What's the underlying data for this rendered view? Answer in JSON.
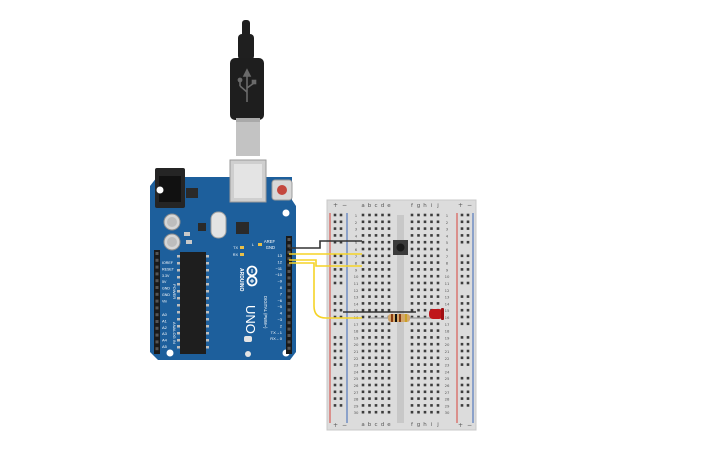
{
  "board": {
    "brand": "ARDUINO",
    "model": "UNO",
    "header_label_digital": "DIGITAL (PWM~)",
    "header_label_power": "POWER",
    "header_label_analog": "ANALOG IN",
    "aref": "AREF",
    "gnd": "GND",
    "pins_digital": [
      "13",
      "12",
      "~11",
      "~10",
      "~9",
      "8",
      "7",
      "~6",
      "~5",
      "4",
      "~3",
      "2",
      "TX→1",
      "RX←0"
    ],
    "pins_power": [
      "IOREF",
      "RESET",
      "3.3V",
      "5V",
      "GND",
      "GND",
      "Vin"
    ],
    "pins_analog": [
      "A0",
      "A1",
      "A2",
      "A3",
      "A4",
      "A5"
    ],
    "led_labels": [
      "L",
      "TX",
      "RX"
    ]
  },
  "breadboard": {
    "col_left": [
      "a",
      "b",
      "c",
      "d",
      "e"
    ],
    "col_right": [
      "f",
      "g",
      "h",
      "i",
      "j"
    ],
    "rail_plus": "+",
    "rail_minus": "−",
    "rows": 30
  },
  "colors": {
    "board": "#1d5f9c",
    "wire_gnd": "#333333",
    "wire_signal": "#f5d327",
    "led": "#c0161b",
    "rail_red": "#d9433b",
    "rail_blue": "#3a66b6"
  }
}
